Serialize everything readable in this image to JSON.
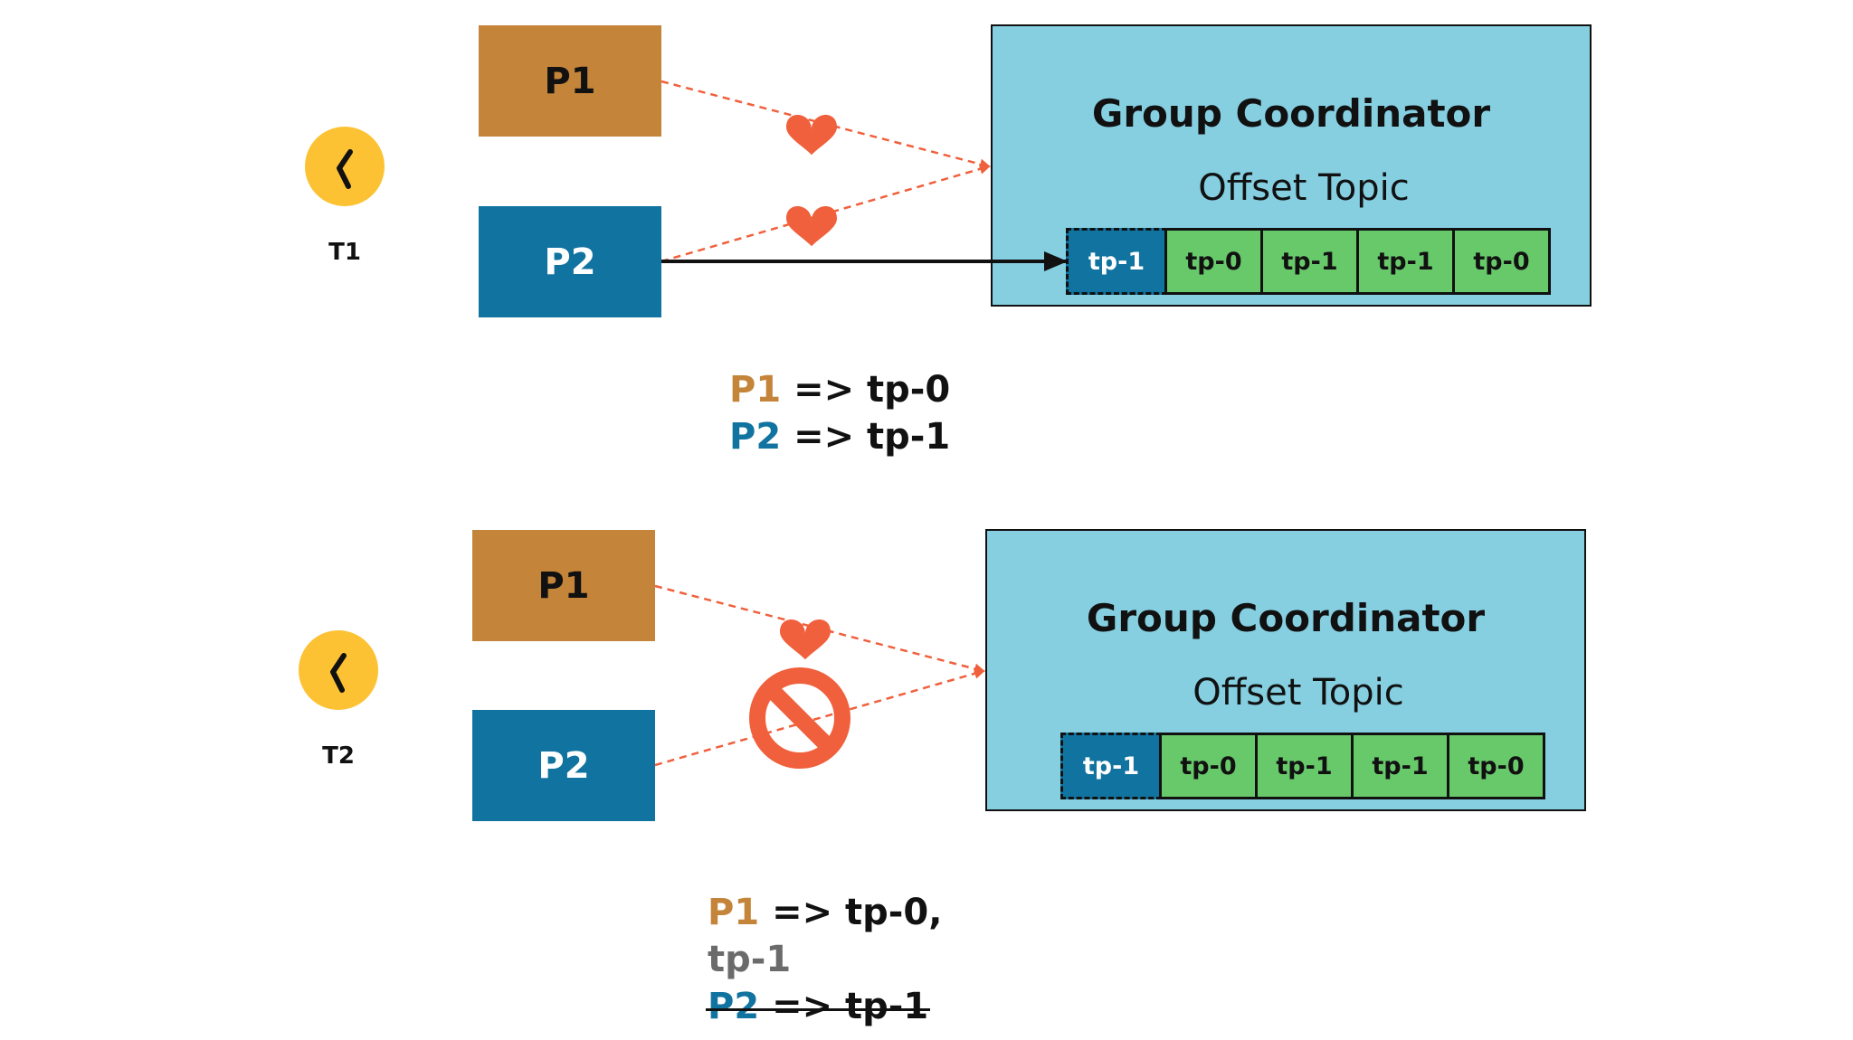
{
  "colors": {
    "p1": "#c4843a",
    "p2": "#11739f",
    "clock": "#fcc233",
    "coordinator_bg": "#85cfe1",
    "partition_green": "#68c96a",
    "heartbeat": "#f0603c"
  },
  "panel_t1": {
    "time_label": "T1",
    "p1": "P1",
    "p2": "P2",
    "coordinator_title": "Group Coordinator",
    "coordinator_subtitle": "Offset Topic",
    "pending_cell": "tp-1",
    "cells": [
      "tp-0",
      "tp-1",
      "tp-1",
      "tp-0"
    ],
    "caption": {
      "line1_p": "P1",
      "line1_rest": " => tp-0",
      "line2_p": "P2",
      "line2_rest": " => tp-1"
    },
    "icons": [
      "clock-icon",
      "heart-icon",
      "heart-icon"
    ]
  },
  "panel_t2": {
    "time_label": "T2",
    "p1": "P1",
    "p2": "P2",
    "coordinator_title": "Group Coordinator",
    "coordinator_subtitle": "Offset Topic",
    "pending_cell": "tp-1",
    "cells": [
      "tp-0",
      "tp-1",
      "tp-1",
      "tp-0"
    ],
    "caption": {
      "line1_p": "P1",
      "line1_rest": " => tp-0,",
      "line2": "tp-1",
      "line3_p": "P2",
      "line3_rest": " => tp-1"
    },
    "icons": [
      "clock-icon",
      "heart-icon",
      "no-entry-icon"
    ]
  }
}
